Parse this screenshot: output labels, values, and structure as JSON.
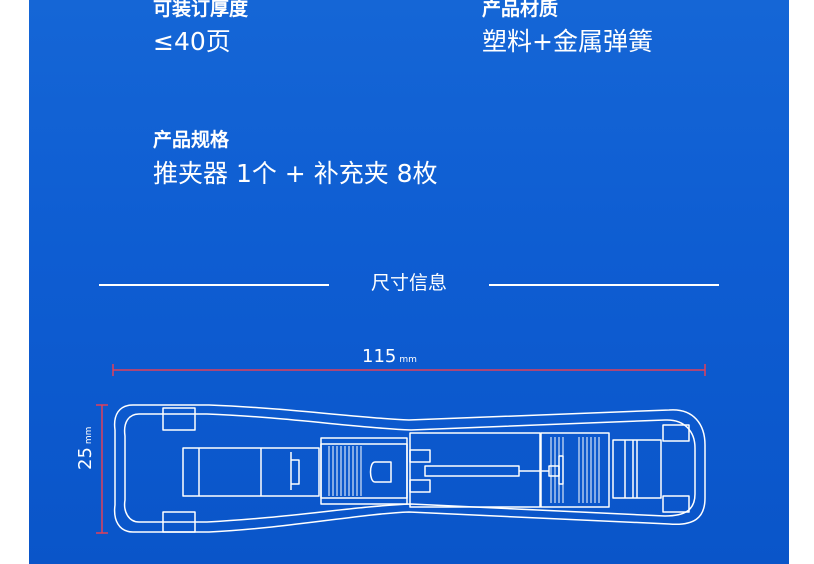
{
  "specs": {
    "binding_capacity": {
      "label": "可装订厚度",
      "value": "≤40页"
    },
    "material": {
      "label": "产品材质",
      "value": "塑料+金属弹簧"
    },
    "specification": {
      "label": "产品规格",
      "value": "推夹器 1个 + 补充夹 8枚"
    }
  },
  "section": {
    "title": "尺寸信息"
  },
  "dimensions": {
    "length": {
      "value": "115",
      "unit": "mm"
    },
    "height": {
      "value": "25",
      "unit": "mm"
    }
  },
  "colors": {
    "background": "#0e5dd2",
    "line": "#ffffff",
    "dimension_line": "#e0405a"
  }
}
